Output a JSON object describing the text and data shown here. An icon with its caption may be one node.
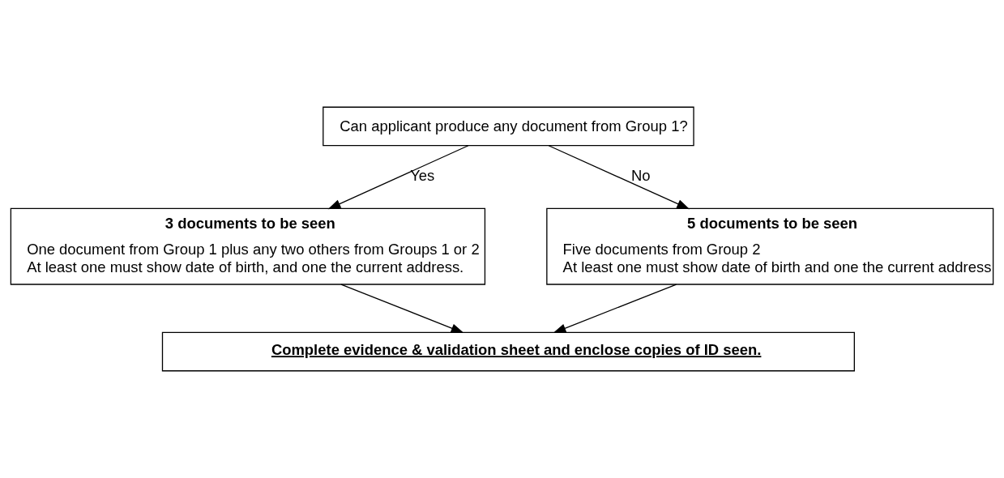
{
  "diagram": {
    "nodes": [
      {
        "text": [
          "Can applicant produce any document from Group 1?"
        ]
      },
      {
        "text": [
          "3 documents to be seen",
          "One document from Group 1 plus any two others from Groups 1 or 2",
          "At least one must show date of birth, and one the current address."
        ]
      },
      {
        "text": [
          "5 documents to be seen",
          "Five documents from Group 2",
          "At least one must show date of birth and one the current address"
        ]
      },
      {
        "text": [
          "Complete evidence & validation sheet and enclose copies of ID seen."
        ]
      }
    ],
    "edges": [
      {
        "from": 0,
        "to": 1,
        "arrow": "to",
        "label": "Yes"
      },
      {
        "from": 0,
        "to": 2,
        "arrow": "to",
        "label": "No"
      },
      {
        "from": 1,
        "to": 3,
        "arrow": "to"
      },
      {
        "from": 2,
        "to": 3,
        "arrow": "to"
      }
    ]
  }
}
